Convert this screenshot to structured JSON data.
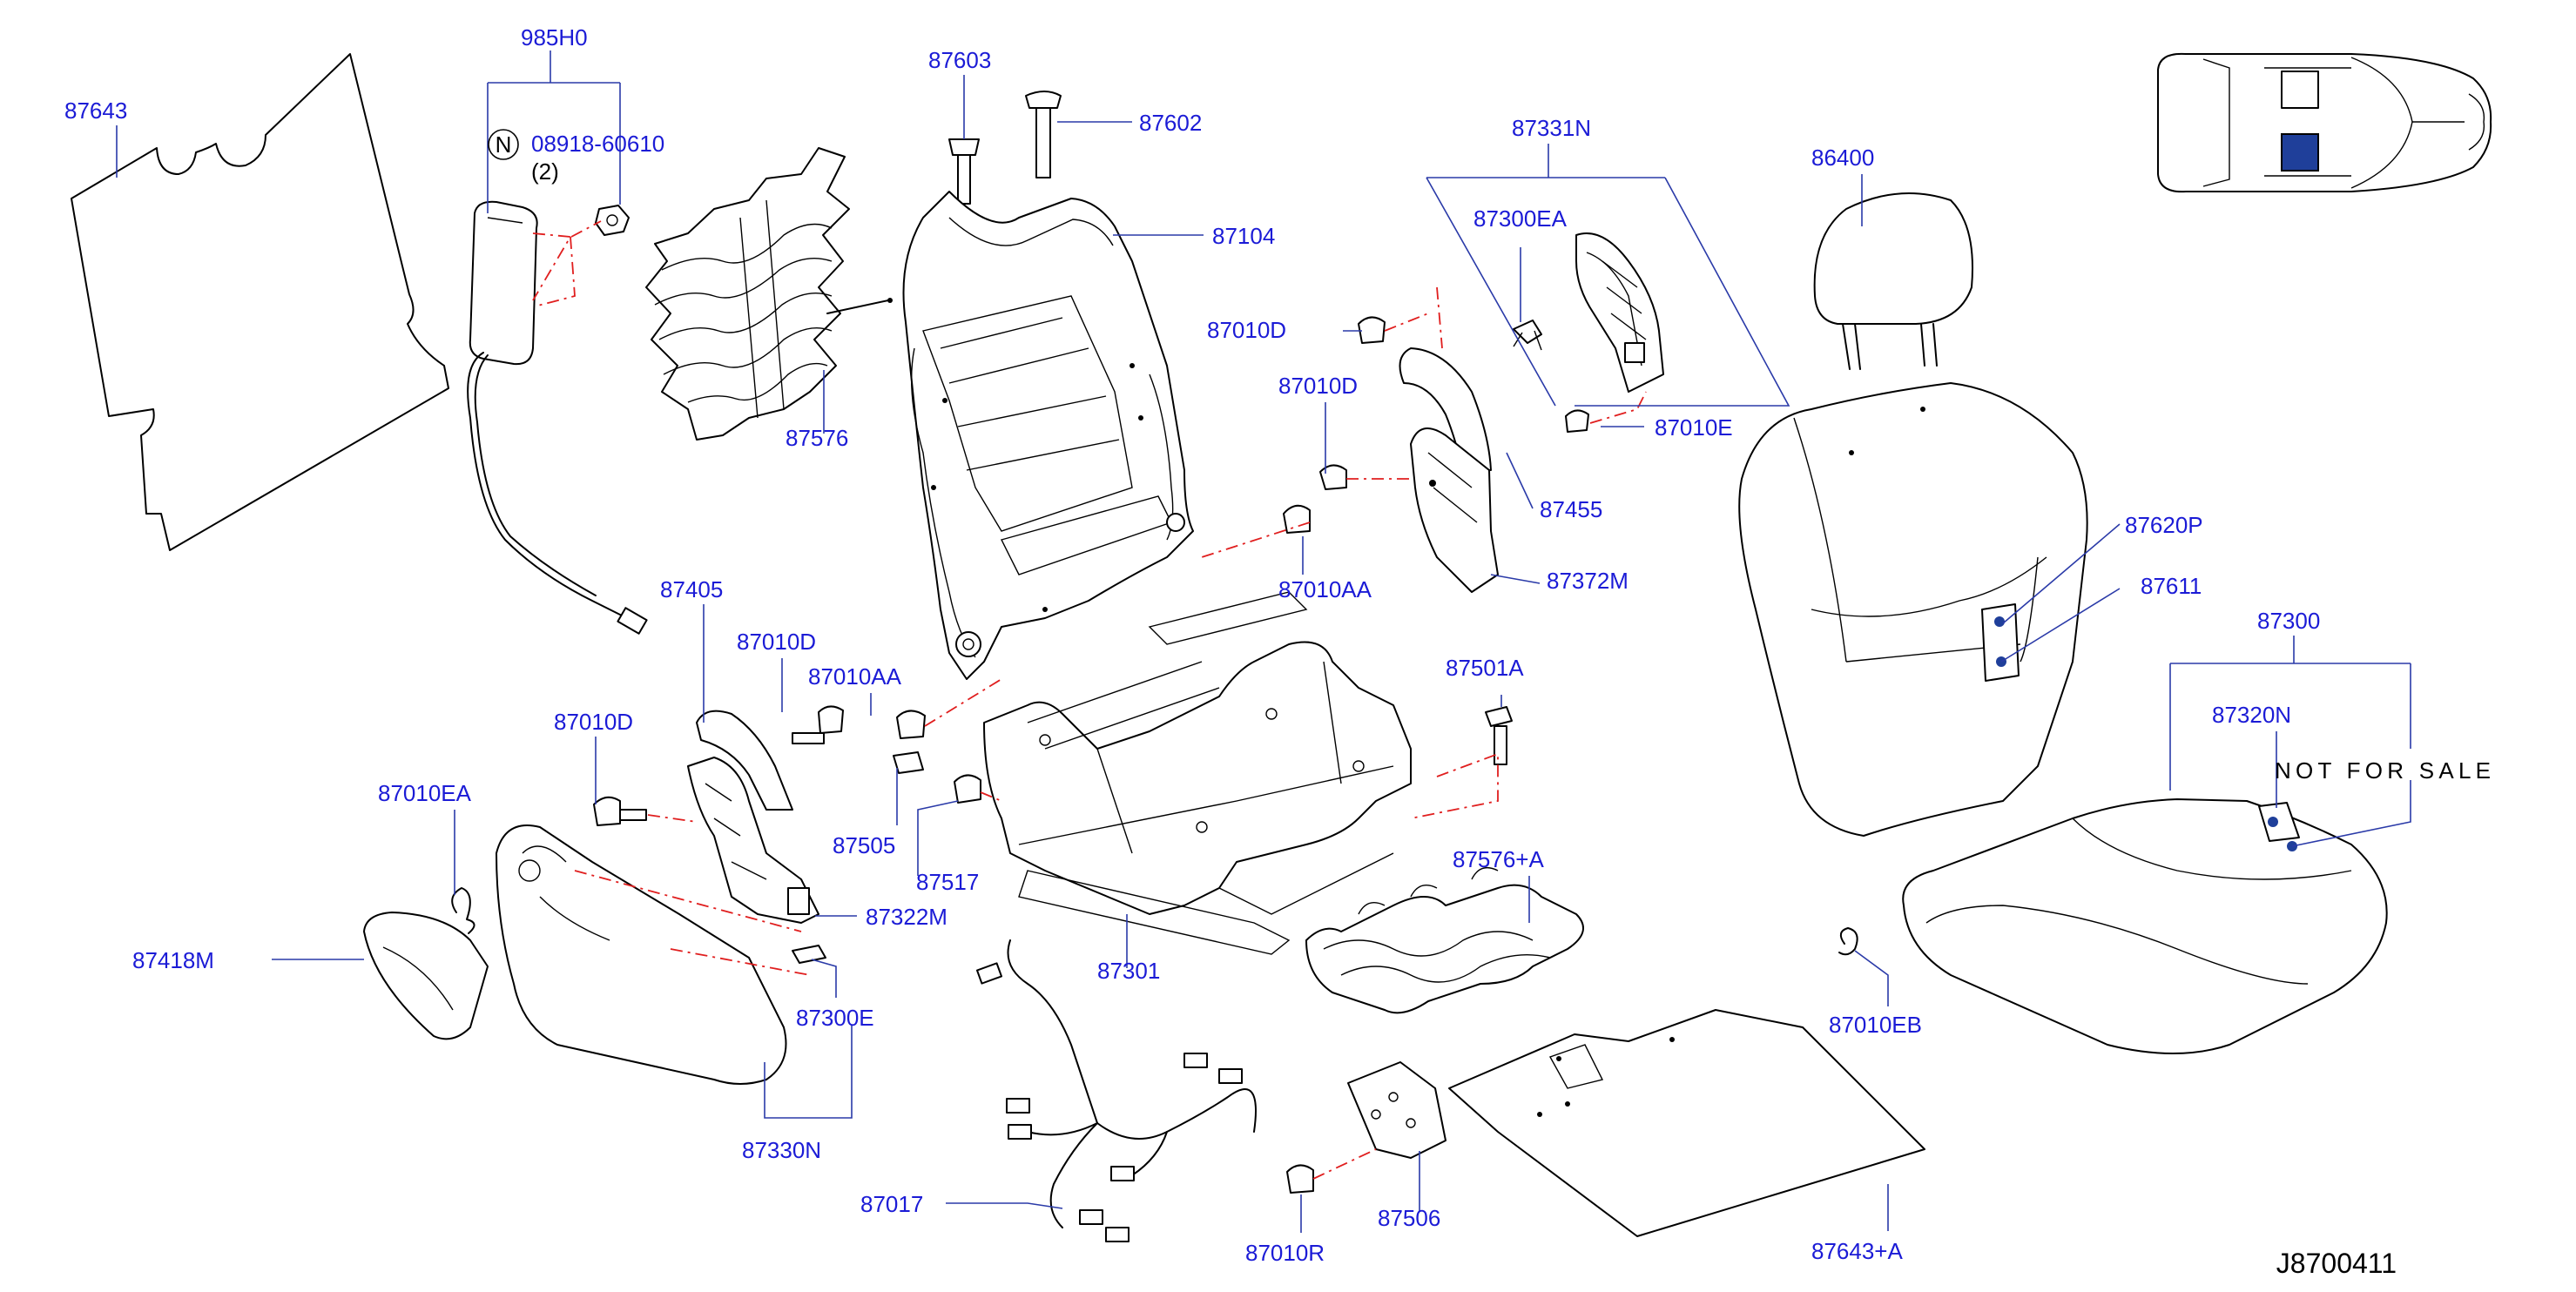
{
  "diagram": {
    "reference_code": "J8700411",
    "note": "NOT FOR SALE",
    "nut_symbol": "N",
    "nut_part": "08918-60610",
    "nut_qty": "(2)",
    "colors": {
      "label": "#1b1bd6",
      "leader": "#2a3aa8",
      "dash": "#e01e1e",
      "highlight": "#1f3f9a"
    },
    "labels": {
      "p87643": "87643",
      "p985H0": "985H0",
      "p87576": "87576",
      "p87603": "87603",
      "p87602": "87602",
      "p87104": "87104",
      "p87010D_a": "87010D",
      "p87010D_b": "87010D",
      "p87010D_c": "87010D",
      "p87010D_d": "87010D",
      "p87331N": "87331N",
      "p87300EA": "87300EA",
      "p87010E": "87010E",
      "p87455": "87455",
      "p87372M": "87372M",
      "p87010AA_a": "87010AA",
      "p87010AA_b": "87010AA",
      "p86400": "86400",
      "p87620P": "87620P",
      "p87611": "87611",
      "p87300": "87300",
      "p87320N": "87320N",
      "p87405": "87405",
      "p87010EA": "87010EA",
      "p87418M": "87418M",
      "p87505": "87505",
      "p87517": "87517",
      "p87322M": "87322M",
      "p87300E": "87300E",
      "p87330N": "87330N",
      "p87301": "87301",
      "p87501A": "87501A",
      "p87576A": "87576+A",
      "p87010EB": "87010EB",
      "p87017": "87017",
      "p87010R": "87010R",
      "p87506": "87506",
      "p87643A": "87643+A"
    }
  }
}
